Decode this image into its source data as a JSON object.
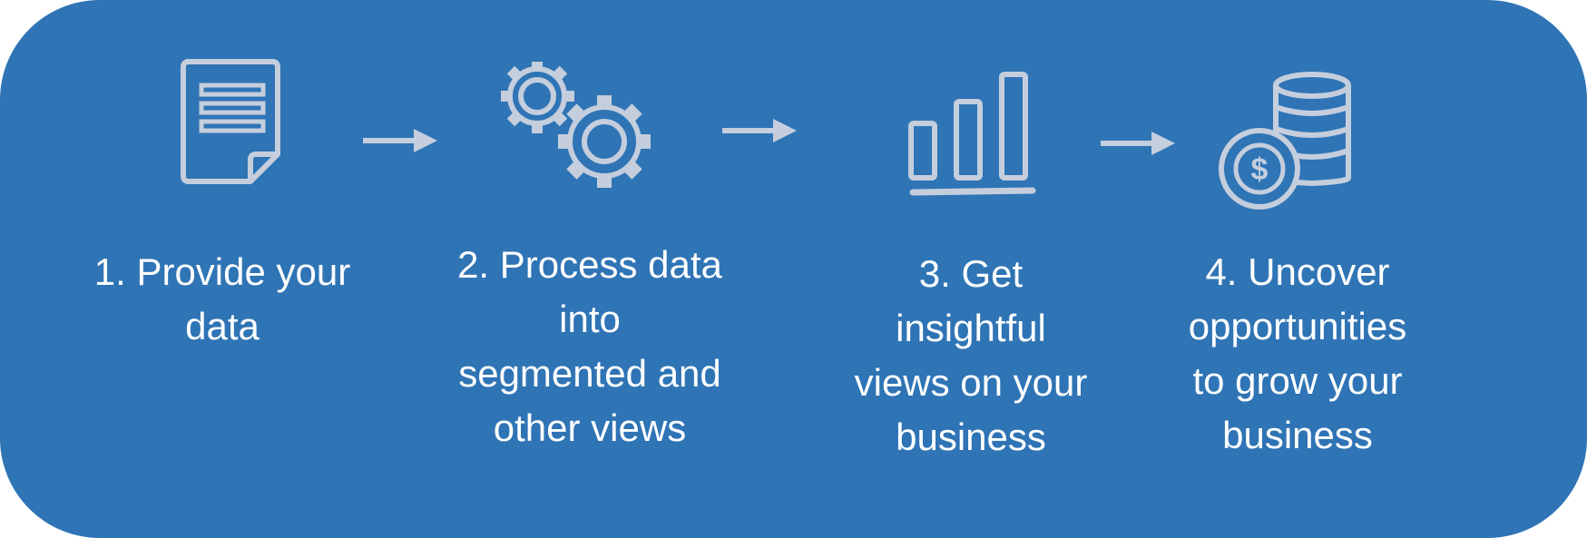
{
  "colors": {
    "panel": "#2f74b5",
    "icon": "#c4cedd",
    "text": "#ffffff"
  },
  "steps": [
    {
      "label": "1. Provide your\ndata",
      "icon": "document-icon"
    },
    {
      "label": "2. Process data\ninto\nsegmented and\nother views",
      "icon": "gears-icon"
    },
    {
      "label": "3. Get\ninsightful\nviews on your\nbusiness",
      "icon": "bar-chart-icon"
    },
    {
      "label": "4. Uncover\nopportunities\nto grow your\nbusiness",
      "icon": "coins-icon"
    }
  ]
}
